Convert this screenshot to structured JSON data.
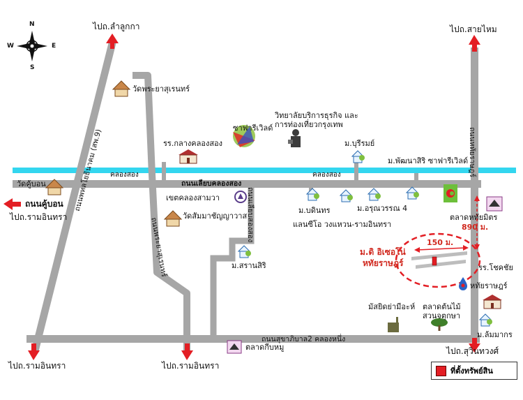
{
  "compass": {
    "n": "N",
    "s": "S",
    "e": "E",
    "w": "W"
  },
  "destinations": {
    "top_left": "ไปถ.ลำลูกกา",
    "top_right": "ไปถ.สายไหม",
    "left_mid_road": "ถนนคู้บอน",
    "left_mid_dest": "ไปถ.รามอินทรา",
    "bottom_left": "ไปถ.รามอินทรา",
    "bottom_center": "ไปถ.รามอินทรา",
    "bottom_right": "ไปถ.สุวินทวงศ์"
  },
  "roads": {
    "canal": "คลองสอง",
    "canal2": "คลองสอง",
    "main_east_west": "ถนนเลียบคลองสอง",
    "south_road": "ถนนสุขาภิบาล2 คลองหนึ่ง",
    "left_diag": "ถนนพหลโยธินาคม (สพ.9)",
    "mid_road": "ถนนพระยาสุเรนทร์",
    "soi": "ถนนเลียบสองสอง",
    "right_road": "ถนนหทัยราษฎร์"
  },
  "places": {
    "wat_phraya": "วัดพระยาสุเรนทร์",
    "school_klong": "รร.กลางคลองสอง",
    "sai_rivet_top": "ซาฟารีเวิลด์",
    "university": "วิทยาลัยบริการธุรกิจ และการท่องเที่ยวกรุงเทพ",
    "mu_burirom": "ม.บุรีรมย์",
    "mu_pattana": "ม.พัฒนาสิริ ซาฟารีเวิลด์",
    "wat_khu_bon": "วัดคู้บอน",
    "khet_klong": "เขตคลองสามวา",
    "wat_sammachanya": "วัดสัมมาชัญญาวาส",
    "mu_boritorn": "ม.บดินทร",
    "mu_arun": "ม.อรุณวรรณ 4",
    "landsiaow": "แลนซีโอ วงแหวน-รามอินทรา",
    "mu_saran": "ม.สรานสิริ",
    "talat_hathai": "ตลาดหทัยมิตร",
    "distance_890": "890 ม.",
    "distance_150": "150 ม.",
    "project_line1": "ม.ดิ อิเซอโน่",
    "project_line2": "หทัยราษฎร์",
    "school_chokchai": "รร.โชคชัย",
    "school_chokchai2": "หทัยราษฎร์",
    "mosque": "มัสยิดย่ามีอะห์",
    "talat_tonmai": "ตลาดต้นไม้",
    "talat_tonmai2": "สวนจตุกษา",
    "talat_kob": "ตลาดกีบหมู",
    "mu_lanmakorn": "ม.ล้มมากร"
  },
  "legend": {
    "label": "ที่ตั้งทรัพย์สิน"
  },
  "colors": {
    "canal": "#33d6ef",
    "road": "#a6a6a6",
    "arrow": "#e31e24",
    "accent": "#d0281e"
  }
}
